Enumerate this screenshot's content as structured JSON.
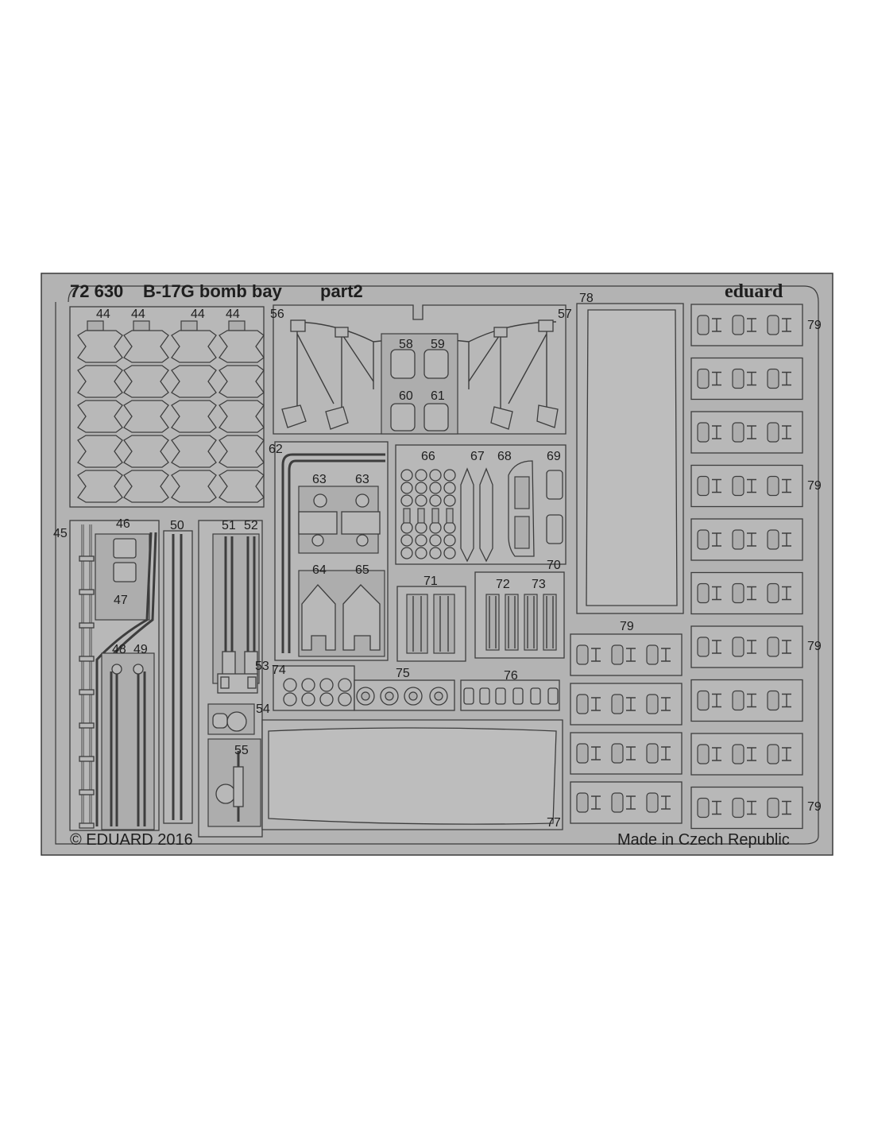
{
  "sheet": {
    "code": "72 630",
    "title": "B-17G bomb bay",
    "subtitle": "part2",
    "brand": "eduard",
    "copyright": "© EDUARD 2016",
    "origin": "Made in Czech Republic"
  },
  "part_labels": {
    "p44": "44",
    "p45": "45",
    "p46": "46",
    "p47": "47",
    "p48": "48",
    "p49": "49",
    "p50": "50",
    "p51": "51",
    "p52": "52",
    "p53": "53",
    "p54": "54",
    "p55": "55",
    "p56": "56",
    "p57": "57",
    "p58": "58",
    "p59": "59",
    "p60": "60",
    "p61": "61",
    "p62": "62",
    "p63": "63",
    "p64": "64",
    "p65": "65",
    "p66": "66",
    "p67": "67",
    "p68": "68",
    "p69": "69",
    "p70": "70",
    "p71": "71",
    "p72": "72",
    "p73": "73",
    "p74": "74",
    "p75": "75",
    "p76": "76",
    "p77": "77",
    "p78": "78",
    "p79": "79"
  },
  "colors": {
    "plate": "#b3b3b3",
    "outline": "#3a3a3a",
    "text": "#1e1e1e"
  }
}
